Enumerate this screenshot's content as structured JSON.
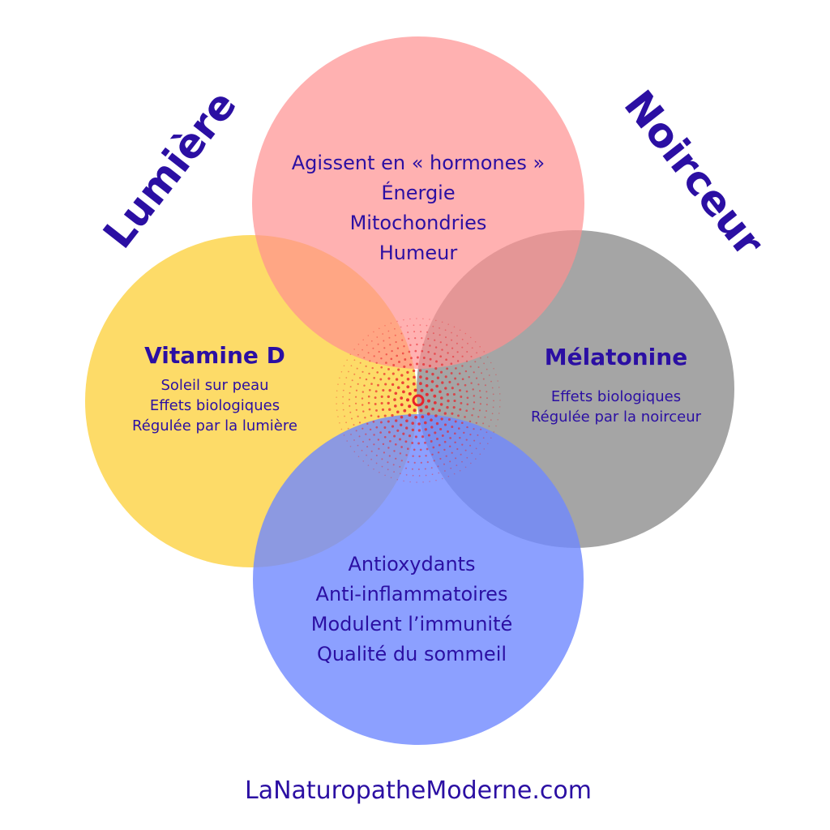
{
  "side_labels": {
    "left": "Lumière",
    "right": "Noirceur"
  },
  "top": {
    "lines": [
      "Agissent en « hormones »",
      "Énergie",
      "Mitochondries",
      "Humeur"
    ]
  },
  "left": {
    "title": "Vitamine D",
    "lines": [
      "Soleil sur peau",
      "Effets biologiques",
      "Régulée par la lumière"
    ]
  },
  "right": {
    "title": "Mélatonine",
    "lines": [
      "Effets biologiques",
      "Régulée par la noirceur"
    ]
  },
  "bottom": {
    "lines": [
      "Antioxydants",
      "Anti-inflammatoires",
      "Modulent l’immunité",
      "Qualité du sommeil"
    ]
  },
  "footer": "LaNaturopatheModerne.com",
  "colors": {
    "top": "#ffb0b0",
    "left": "#fddb68",
    "right": "#a5a5a5",
    "bottom": "#8c9fff",
    "text": "#2b0fa3",
    "dots": "#e8222a"
  }
}
